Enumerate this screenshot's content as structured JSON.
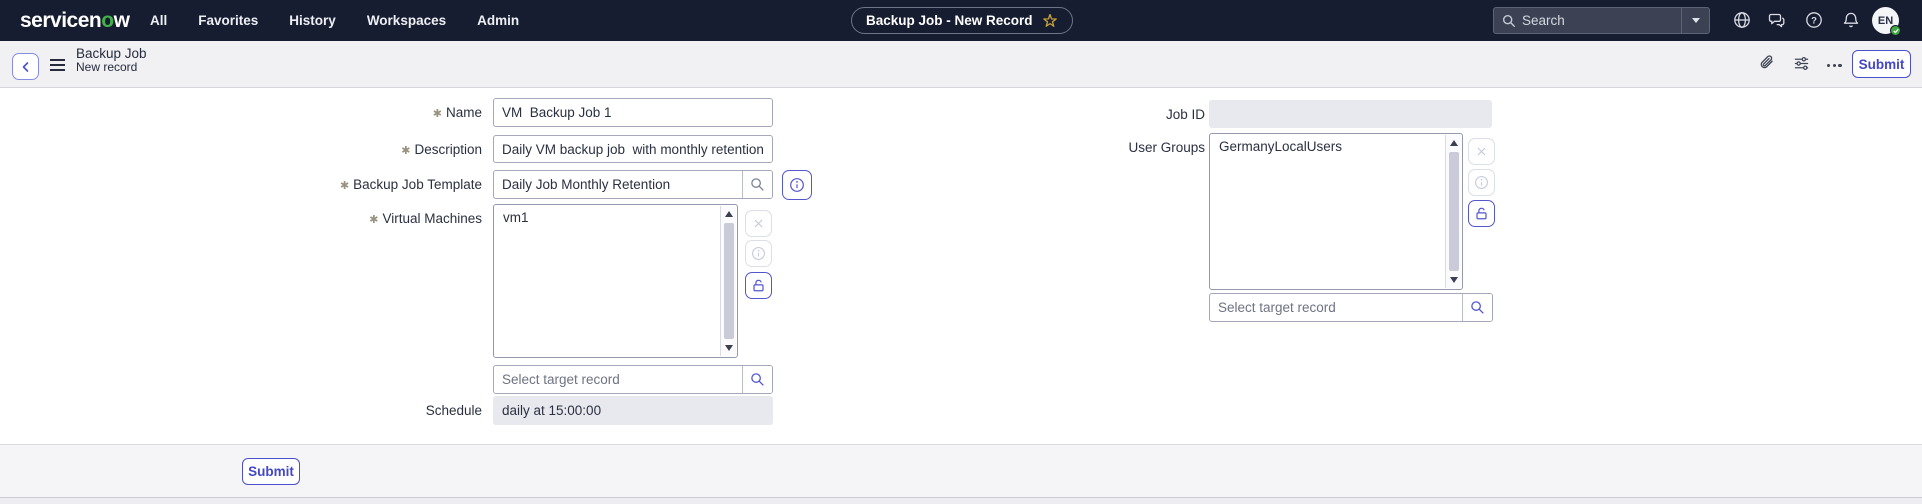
{
  "colors": {
    "header_bg": "#171D30",
    "accent_indigo": "#5257CE",
    "logo_green": "#43B14B",
    "star_gold": "#C9A13B",
    "readonly_bg": "#E8E9EE",
    "toolbar_bg": "#F1F1F4",
    "presence_green": "#3DA93F"
  },
  "icons": {
    "header": [
      "search-icon",
      "caret-down-icon",
      "globe-icon",
      "chat-icon",
      "help-icon",
      "bell-icon"
    ],
    "toolbar": [
      "chevron-left-icon",
      "menu-icon",
      "paperclip-icon",
      "sliders-icon",
      "more-icon"
    ],
    "form": [
      "magnifier-icon",
      "info-icon",
      "remove-icon",
      "unlocked-padlock-icon"
    ]
  },
  "header": {
    "logo_part1": "servicen",
    "logo_part2": "o",
    "logo_part3": "w",
    "menu": [
      {
        "label": "All"
      },
      {
        "label": "Favorites"
      },
      {
        "label": "History"
      },
      {
        "label": "Workspaces"
      },
      {
        "label": "Admin"
      }
    ],
    "context_pill_label": "Backup Job - New Record",
    "search_placeholder": "Search",
    "avatar_initials": "EN"
  },
  "record_toolbar": {
    "title": "Backup Job",
    "subtitle": "New record",
    "submit_label": "Submit"
  },
  "ui": {
    "required_marker": "✱"
  },
  "form": {
    "name": {
      "label": "Name",
      "value": "VM  Backup Job 1"
    },
    "description": {
      "label": "Description",
      "value": "Daily VM backup job  with monthly retention"
    },
    "backup_job_template": {
      "label": "Backup Job Template",
      "value": "Daily Job Monthly Retention"
    },
    "virtual_machines": {
      "label": "Virtual Machines",
      "items": [
        "vm1"
      ],
      "select_placeholder": "Select target record"
    },
    "schedule": {
      "label": "Schedule",
      "value": "daily at 15:00:00"
    },
    "job_id": {
      "label": "Job ID",
      "value": ""
    },
    "user_groups": {
      "label": "User Groups",
      "items": [
        "GermanyLocalUsers"
      ],
      "select_placeholder": "Select target record"
    }
  },
  "footer": {
    "submit_label": "Submit"
  }
}
